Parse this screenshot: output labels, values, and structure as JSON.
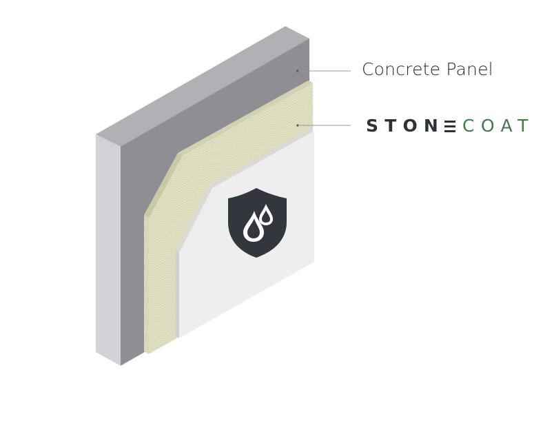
{
  "labels": {
    "concrete_panel": "Concrete Panel"
  },
  "brand": {
    "stone": "STON",
    "coat": "COAT"
  },
  "icons": {
    "badge": "shield-water-drops-icon"
  },
  "colors": {
    "concrete_front": "#8e8f93",
    "concrete_side": "#d1d2d5",
    "concrete_top": "#b0b1b5",
    "insulation": "#e2e2c8",
    "coating": "#eeeeee",
    "shield": "#33373d",
    "brand_dark": "#2e3138",
    "brand_green": "#3f7c4c"
  }
}
